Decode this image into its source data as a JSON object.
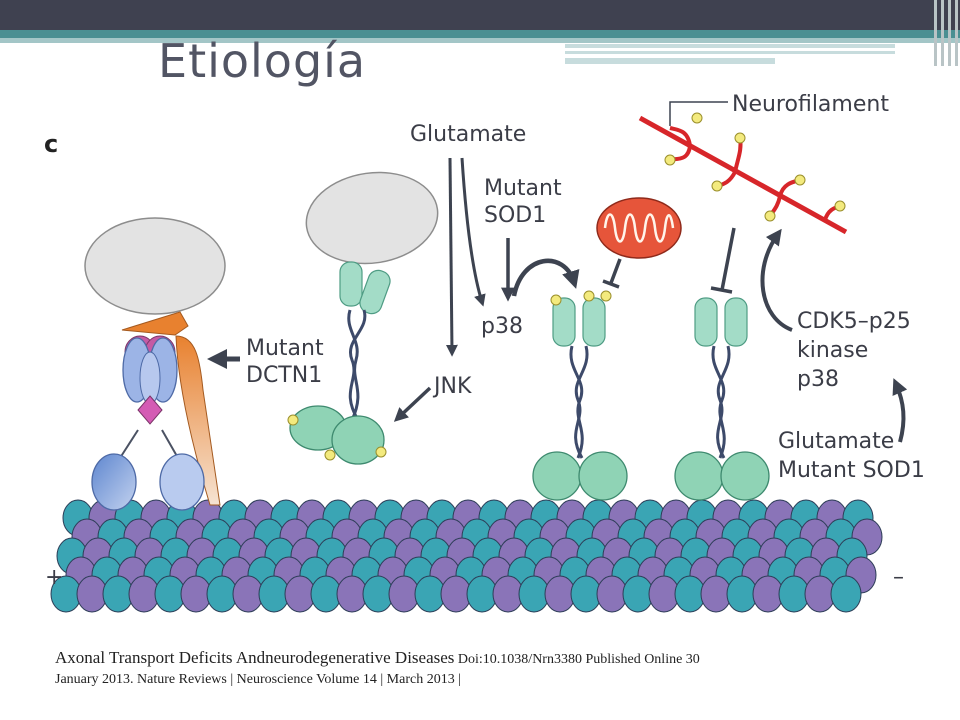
{
  "slide": {
    "title": "Etiología"
  },
  "diagram": {
    "panel_letter": "c",
    "labels": {
      "glutamate_top": "Glutamate",
      "mutant_sod1_top_1": "Mutant",
      "mutant_sod1_top_2": "SOD1",
      "p38": "p38",
      "jnk": "JNK",
      "mutant_dctn1_1": "Mutant",
      "mutant_dctn1_2": "DCTN1",
      "neurofilament": "Neurofilament",
      "cdk5_1": "CDK5–p25",
      "cdk5_2": "kinase",
      "cdk5_3": "p38",
      "glutamate_bottom_1": "Glutamate",
      "glutamate_bottom_2": "Mutant SOD1",
      "plus_end": "+",
      "minus_end": "–"
    },
    "colors": {
      "tubulin_teal": "#3aa5b4",
      "tubulin_purple": "#8a74b8",
      "motor_green": "#8fd3b5",
      "neurofilament_red": "#d7262a",
      "phosphate_yellow": "#f3ea7e",
      "dynactin_orange": "#e8812f",
      "dynein_blue": "#7f9bd4",
      "mitochondrion": "#e6553a",
      "arrow": "#3d4350"
    }
  },
  "caption": {
    "line1_main": "Axonal Transport Deficits Andneurodegenerative  Diseases",
    "line1_small": " Doi:10.1038/Nrn3380 Published Online 30",
    "line2": "January  2013.  Nature Reviews | Neuroscience  Volume 14 | March 2013 |"
  }
}
